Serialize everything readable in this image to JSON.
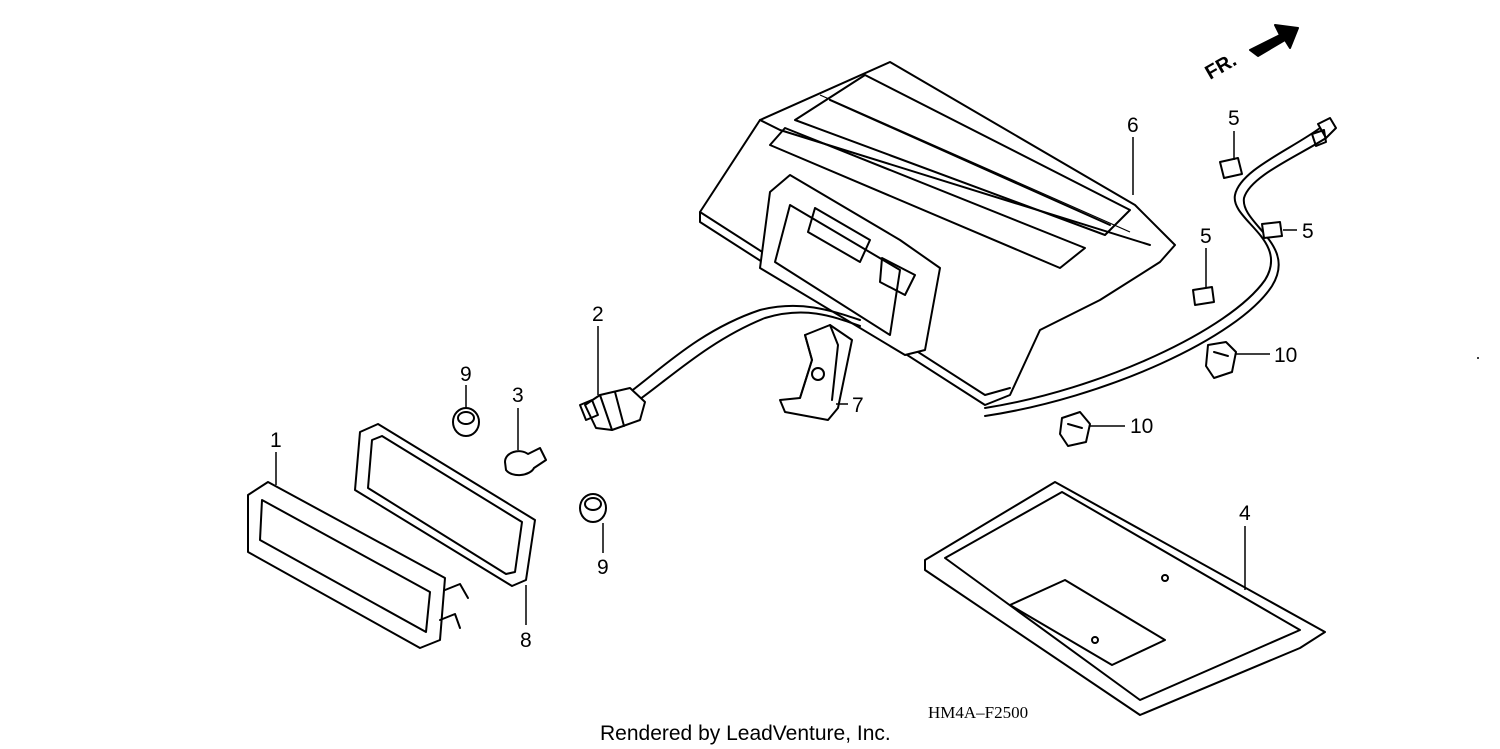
{
  "callouts": [
    "1",
    "2",
    "3",
    "4",
    "5",
    "5",
    "5",
    "6",
    "7",
    "8",
    "9",
    "9",
    "10",
    "10"
  ],
  "direction_label": "FR.",
  "diagram_code": "HM4A–F2500",
  "credit": "Rendered by LeadVenture, Inc."
}
